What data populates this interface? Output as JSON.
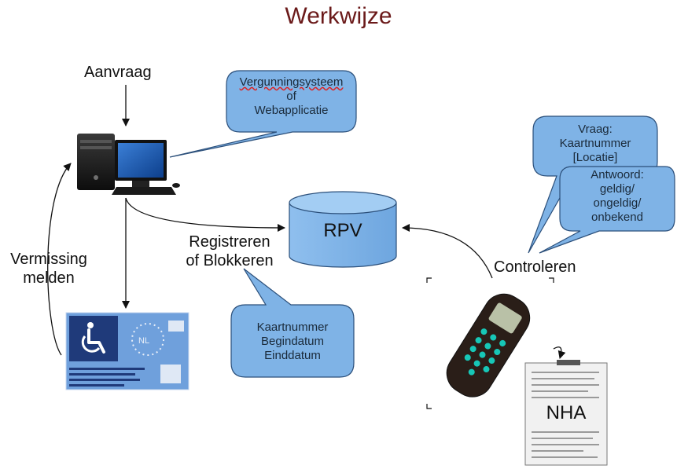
{
  "title": "Werkwijze",
  "labels": {
    "aanvraag": "Aanvraag",
    "registreren_line1": "Registreren",
    "registreren_line2": "of Blokkeren",
    "vermissing_line1": "Vermissing",
    "vermissing_line2": "melden",
    "controleren": "Controleren",
    "rpv": "RPV",
    "nha": "NHA"
  },
  "callouts": {
    "vergunning": [
      "Vergunningsysteem",
      "of",
      "Webapplicatie"
    ],
    "card_data": [
      "Kaartnummer",
      "Begindatum",
      "Einddatum"
    ],
    "vraag": [
      "Vraag:",
      "Kaartnummer",
      "[Locatie]"
    ],
    "antwoord": [
      "Antwoord:",
      "geldig/",
      "ongeldig/",
      "onbekend"
    ]
  },
  "colors": {
    "title": "#6b1a1a",
    "callout_fill": "#7fb3e6",
    "callout_stroke": "#2b4f7a",
    "cylinder_fill": "#7fb3e6",
    "card_fill": "#6fa0dc",
    "card_dark": "#1f3a7a"
  },
  "icons": [
    "desktop-computer-icon",
    "parking-card-icon",
    "wheelchair-icon",
    "handheld-scanner-icon",
    "ticket-document-icon",
    "database-cylinder-icon"
  ]
}
